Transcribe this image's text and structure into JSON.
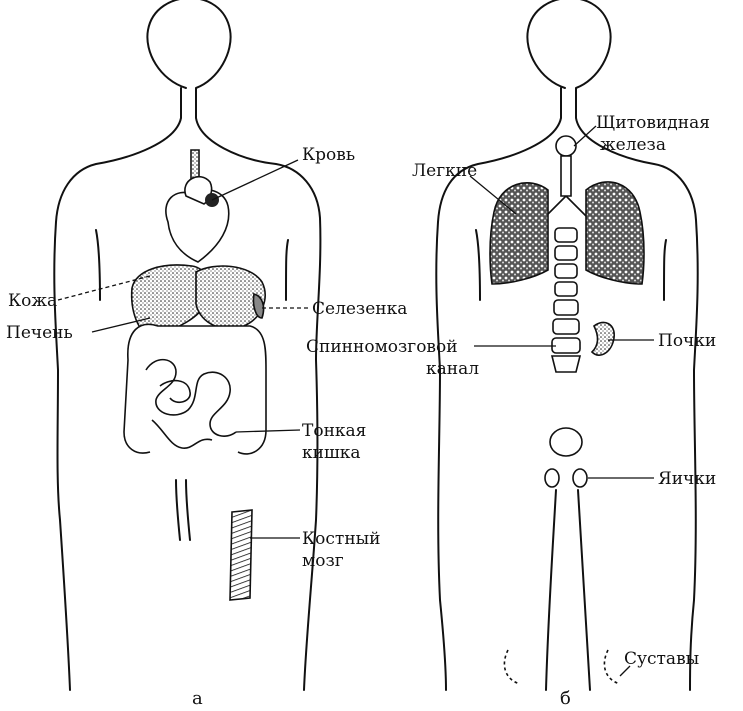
{
  "panels": [
    {
      "id": "a",
      "caption": "а",
      "labels": {
        "blood": "Кровь",
        "skin": "Кожа",
        "liver": "Печень",
        "spleen": "Селезенка",
        "small_intestine_1": "Тонкая",
        "small_intestine_2": "кишка",
        "bone_marrow_1": "Костный",
        "bone_marrow_2": "мозг"
      }
    },
    {
      "id": "b",
      "caption": "б",
      "labels": {
        "thyroid_1": "Щитовидная",
        "thyroid_2": "железа",
        "lungs": "Легкие",
        "spinal_canal_1": "Спинномозговой",
        "spinal_canal_2": "канал",
        "kidneys": "Почки",
        "testes": "Яички",
        "joints": "Суставы"
      }
    }
  ],
  "colors": {
    "ink": "#111111",
    "paper": "#ffffff",
    "shade": "#8a8a8a"
  }
}
